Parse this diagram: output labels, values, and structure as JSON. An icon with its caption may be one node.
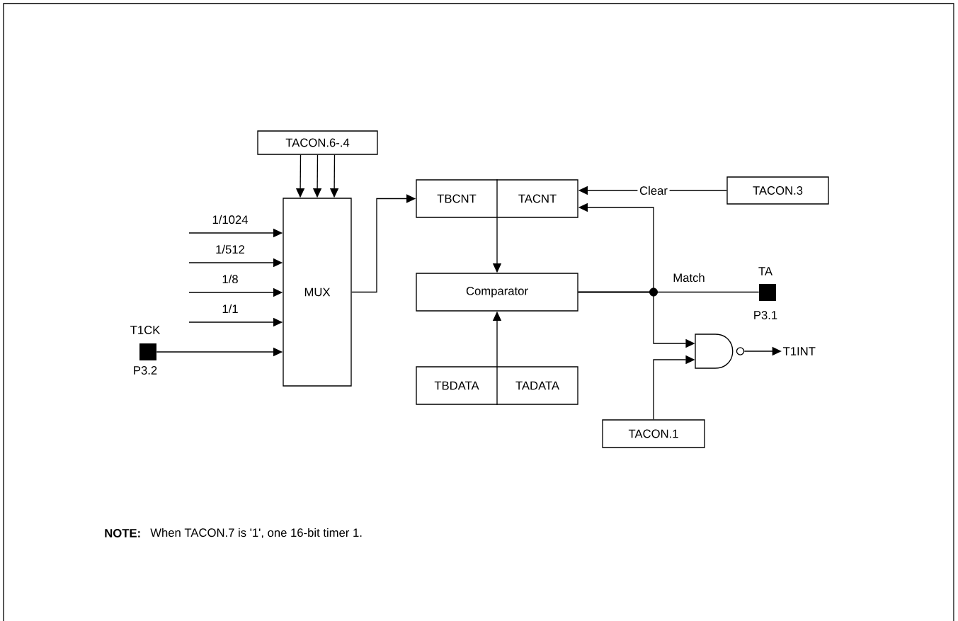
{
  "diagram": {
    "nodes": [
      {
        "text": [
          "TACON.6-.4"
        ]
      },
      {
        "text": [
          "MUX"
        ]
      },
      {
        "text": [
          "TBCNT",
          "TACNT"
        ]
      },
      {
        "text": [
          "TACON.3"
        ]
      },
      {
        "text": [
          "Comparator"
        ]
      },
      {
        "text": [
          "TBDATA",
          "TADATA"
        ]
      },
      {
        "text": [],
        "shape": "box",
        "beside": [
          "T1CK",
          "P3.2"
        ]
      },
      {
        "text": [],
        "shape": "box",
        "beside": [
          "TA",
          "P3.1"
        ]
      },
      {
        "text": [],
        "shape": "gate"
      },
      {
        "text": [
          "T1INT"
        ]
      },
      {
        "text": [
          "TACON.1"
        ]
      }
    ],
    "edges": [
      {
        "from": 0,
        "to": 1,
        "arrow": "to"
      },
      {
        "from": 0,
        "to": 1,
        "arrow": "to"
      },
      {
        "from": 0,
        "to": 1,
        "arrow": "to"
      },
      {
        "from": null,
        "to": 1,
        "arrow": "to",
        "label": "1/1024"
      },
      {
        "from": null,
        "to": 1,
        "arrow": "to",
        "label": "1/512"
      },
      {
        "from": null,
        "to": 1,
        "arrow": "to",
        "label": "1/8"
      },
      {
        "from": null,
        "to": 1,
        "arrow": "to",
        "label": "1/1"
      },
      {
        "from": 6,
        "to": 1,
        "arrow": "to"
      },
      {
        "from": 1,
        "to": 2,
        "arrow": "to"
      },
      {
        "from": 3,
        "to": 2,
        "arrow": "to",
        "label": "Clear"
      },
      {
        "from": 2,
        "to": 4,
        "arrow": "to"
      },
      {
        "from": 5,
        "to": 4,
        "arrow": "to"
      },
      {
        "from": 4,
        "to": 7,
        "arrow": "none",
        "label": "Match"
      },
      {
        "from": 4,
        "to": 2,
        "arrow": "to"
      },
      {
        "from": 4,
        "to": 8,
        "arrow": "to"
      },
      {
        "from": 10,
        "to": 8,
        "arrow": "to"
      },
      {
        "from": 8,
        "to": 9,
        "arrow": "to"
      }
    ],
    "labels": [
      "NOTE:",
      "When TACON.7 is '1', one 16-bit timer 1."
    ]
  }
}
